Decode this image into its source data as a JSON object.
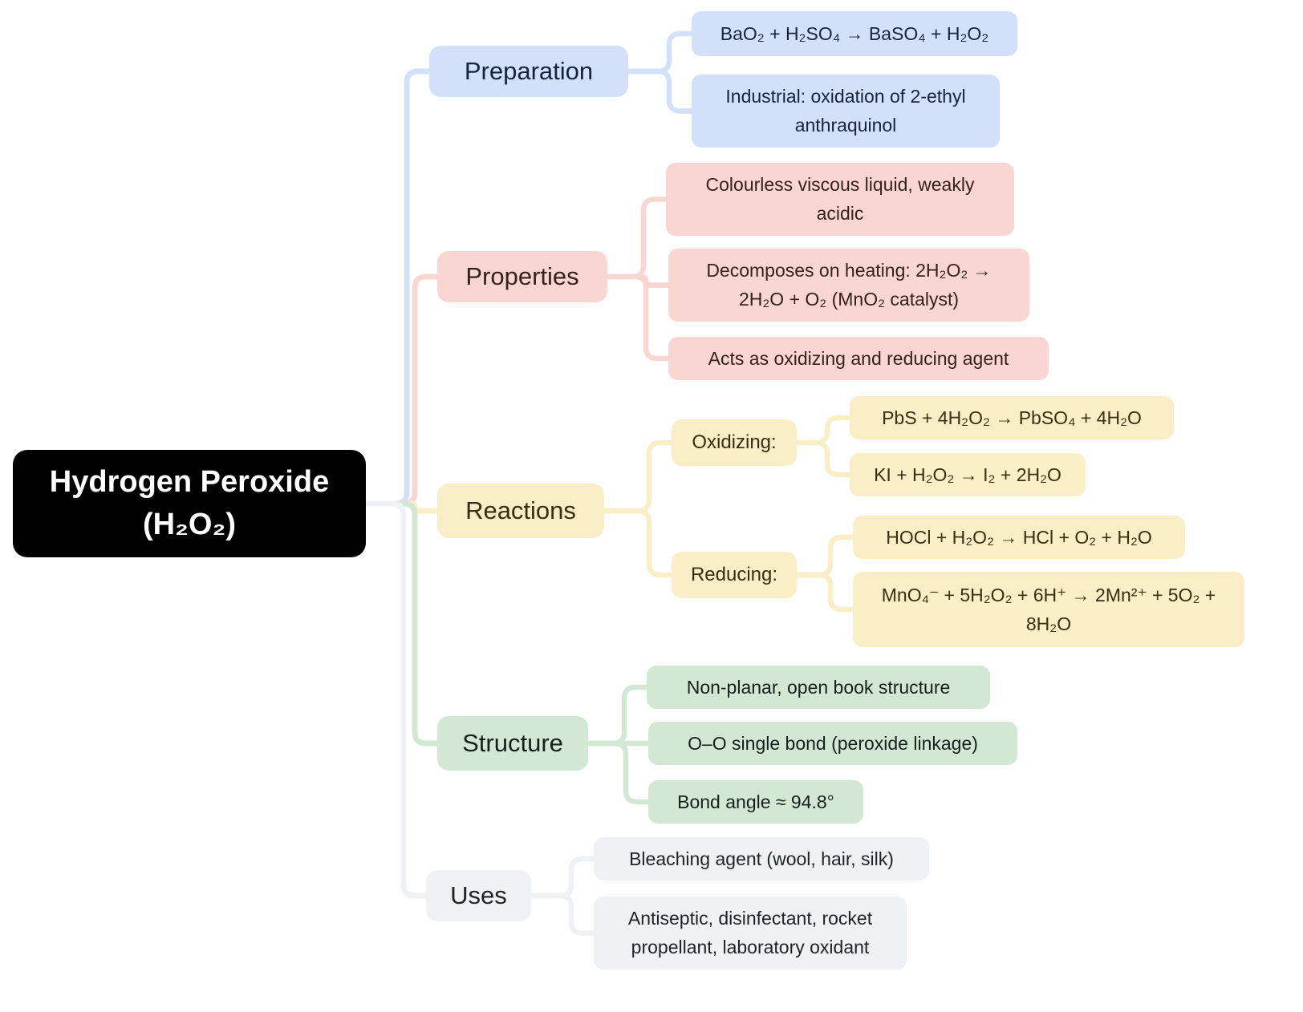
{
  "root": {
    "line1": "Hydrogen Peroxide",
    "line2": "(H₂O₂)",
    "bg": "#000000",
    "text_color": "#ffffff"
  },
  "branches": [
    {
      "label": "Preparation",
      "color": "#d2e1f9",
      "text_color": "#17233f",
      "children": [
        {
          "text": "BaO₂ + H₂SO₄ → BaSO₄ + H₂O₂"
        },
        {
          "text": "Industrial: oxidation of 2-ethyl anthraquinol"
        }
      ]
    },
    {
      "label": "Properties",
      "color": "#f9d6d2",
      "text_color": "#38201c",
      "children": [
        {
          "text": "Colourless viscous liquid, weakly acidic"
        },
        {
          "text": "Decomposes on heating: 2H₂O₂ → 2H₂O + O₂ (MnO₂ catalyst)"
        },
        {
          "text": "Acts as oxidizing and reducing agent"
        }
      ]
    },
    {
      "label": "Reactions",
      "color": "#faeec6",
      "text_color": "#3a2d10",
      "children": [
        {
          "label": "Oxidizing:",
          "children": [
            {
              "text": "PbS + 4H₂O₂ → PbSO₄ + 4H₂O"
            },
            {
              "text": "KI + H₂O₂ → I₂ + 2H₂O"
            }
          ]
        },
        {
          "label": "Reducing:",
          "children": [
            {
              "text": "HOCl + H₂O₂ → HCl + O₂ + H₂O"
            },
            {
              "text": "MnO₄⁻ + 5H₂O₂ + 6H⁺ → 2Mn²⁺ + 5O₂ + 8H₂O"
            }
          ]
        }
      ]
    },
    {
      "label": "Structure",
      "color": "#d2e8d5",
      "text_color": "#14211a",
      "children": [
        {
          "text": "Non-planar, open book structure"
        },
        {
          "text": "O–O single bond (peroxide linkage)"
        },
        {
          "text": "Bond angle ≈ 94.8°"
        }
      ]
    },
    {
      "label": "Uses",
      "color": "#eff1f4",
      "text_color": "#1d2429",
      "children": [
        {
          "text": "Bleaching agent (wool, hair, silk)"
        },
        {
          "text": "Antiseptic, disinfectant, rocket propellant, laboratory oxidant"
        }
      ]
    }
  ]
}
